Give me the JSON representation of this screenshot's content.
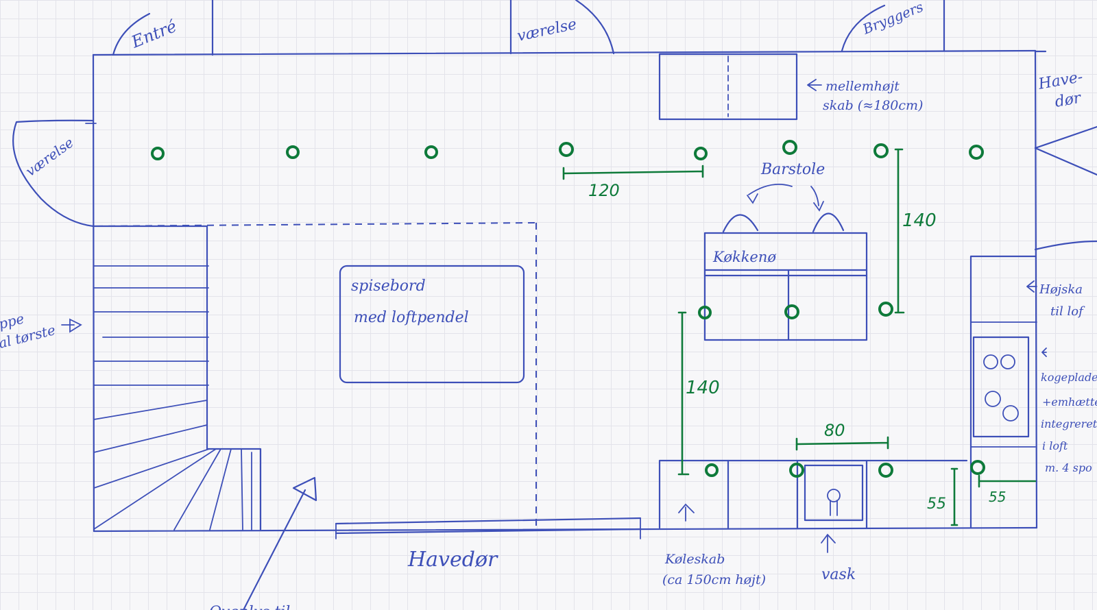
{
  "labels": {
    "entre": "Entré",
    "vaerelse_top": "værelse",
    "bryggers": "Bryggers",
    "havedor_right": [
      "Have-",
      "dør"
    ],
    "vaerelse_left": "værelse",
    "mellemhojt": [
      "mellemhøjt",
      "skab (≈180cm)"
    ],
    "barstole": "Barstole",
    "koekkenoe": "Køkkenø",
    "spisebord": [
      "spisebord",
      "med loftpendel"
    ],
    "trappe": [
      "ppe",
      "al tørste"
    ],
    "havedor_bottom": "Havedør",
    "koleskab": [
      "Køleskab",
      "(ca 150cm højt)"
    ],
    "vask": "vask",
    "hojskab": [
      "Højska",
      "til lof"
    ],
    "kogeplade": [
      "kogeplade",
      "+emhætte",
      "integreret",
      "i loft",
      "m. 4 spo"
    ],
    "bottom_note": "Ovenlys til"
  },
  "dimensions": {
    "spot_spacing": "120",
    "right_vertical": "140",
    "left_vertical": "140",
    "sink_width": "80",
    "counter_depth": "55",
    "side_depth": "55"
  },
  "colors": {
    "ink": "#3d4fb8",
    "lights": "#0e7a3a",
    "paper": "#f7f7f9"
  }
}
